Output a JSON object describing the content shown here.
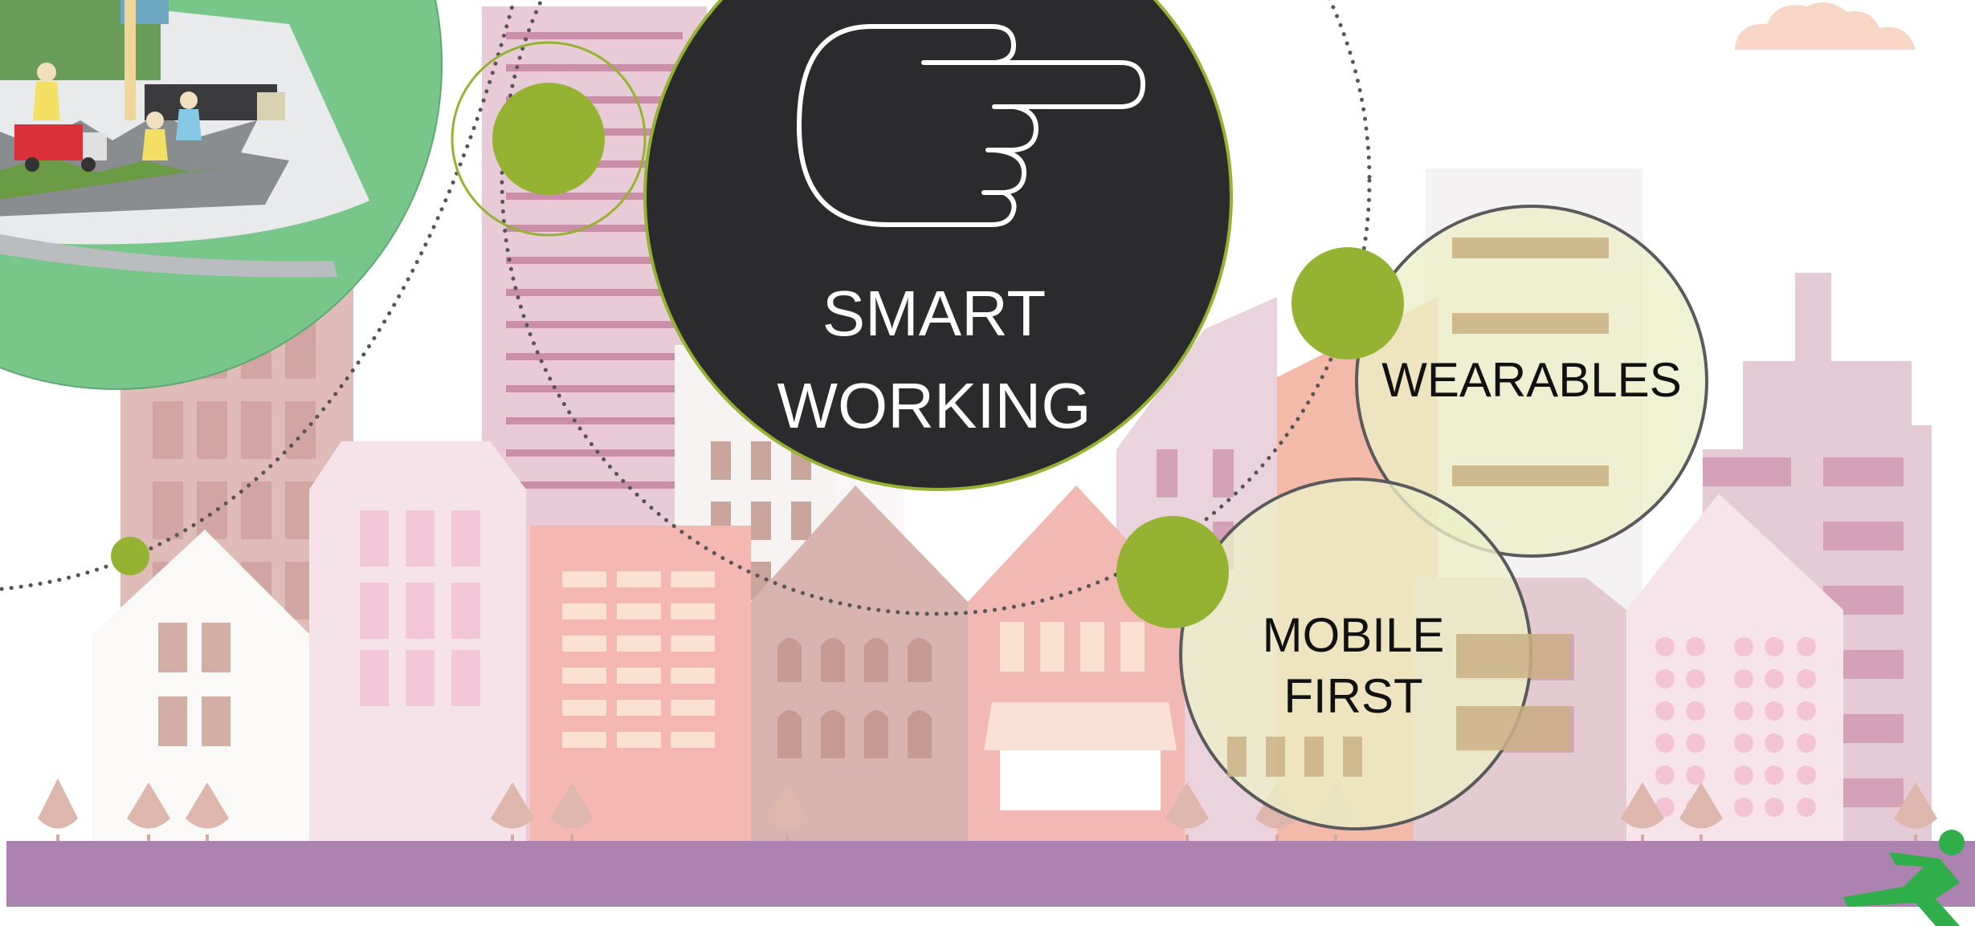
{
  "center": {
    "title_line1": "SMART",
    "title_line2": "WORKING",
    "icon": "pointing-hand-icon"
  },
  "topics": [
    {
      "id": "wearables",
      "label_lines": [
        "WEARABLES"
      ]
    },
    {
      "id": "mobile-first",
      "label_lines": [
        "MOBILE",
        "FIRST"
      ]
    }
  ],
  "colors": {
    "accent_green": "#95b232",
    "dark_circle": "#2b2b2d",
    "bubble_fill": "#ecf0c6",
    "street": "#ab82b0",
    "runner": "#2fae4a",
    "cloud": "#f8d6c6",
    "map_green": "#79c68a"
  }
}
